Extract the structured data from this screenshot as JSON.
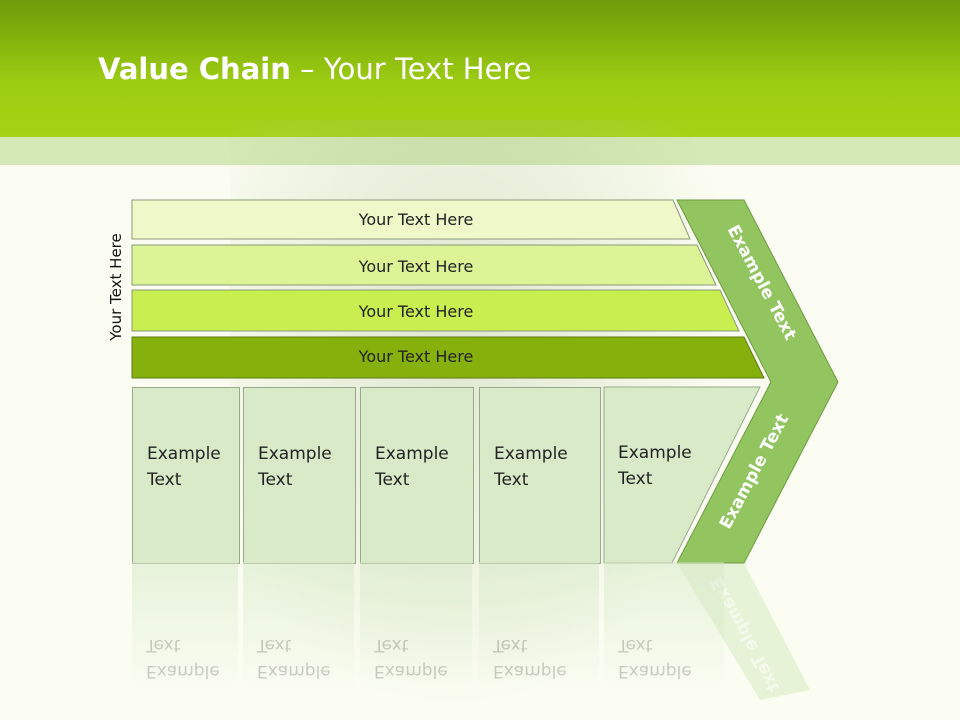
{
  "title": {
    "bold": "Value Chain",
    "rest": " – Your Text Here"
  },
  "side_label": "Your Text Here",
  "rows": [
    {
      "label": "Your Text Here",
      "color": "#eef8c8"
    },
    {
      "label": "Your Text Here",
      "color": "#dcf396"
    },
    {
      "label": "Your Text Here",
      "color": "#c8ee50"
    },
    {
      "label": "Your Text Here",
      "color": "#86b10c"
    }
  ],
  "cells": [
    "Example\nText",
    "Example\nText",
    "Example\nText",
    "Example\nText",
    "Example\nText"
  ],
  "chevron": {
    "upper": "Example Text",
    "lower": "Example Text",
    "color": "#92c560"
  },
  "colors": {
    "header": "#9ccc12",
    "band": "#d5e9b6",
    "cell_fill": "#d8eac8",
    "cell_border": "#9aa88d"
  }
}
